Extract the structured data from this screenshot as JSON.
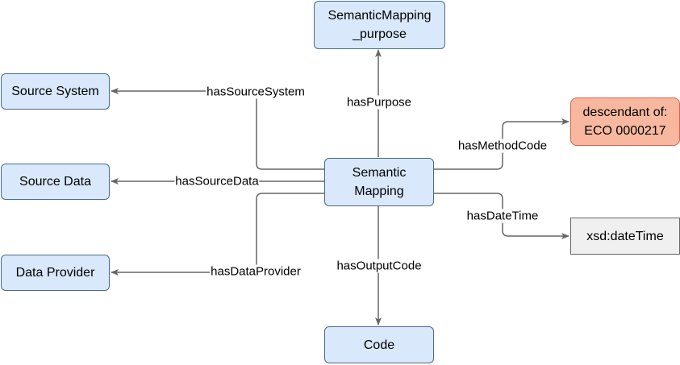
{
  "nodes": {
    "purpose": {
      "lines": [
        "SemanticMapping",
        "_purpose"
      ]
    },
    "source_system": {
      "label": "Source System"
    },
    "source_data": {
      "label": "Source Data"
    },
    "data_provider": {
      "label": "Data Provider"
    },
    "semantic_mapping": {
      "lines": [
        "Semantic",
        "Mapping"
      ]
    },
    "method_code": {
      "lines": [
        "descendant of:",
        "ECO 0000217"
      ]
    },
    "datetime": {
      "label": "xsd:dateTime"
    },
    "code": {
      "label": "Code"
    }
  },
  "edges": {
    "has_purpose": "hasPurpose",
    "has_source_system": "hasSourceSystem",
    "has_source_data": "hasSourceData",
    "has_data_provider": "hasDataProvider",
    "has_method_code": "hasMethodCode",
    "has_date_time": "hasDateTime",
    "has_output_code": "hasOutputCode"
  },
  "colors": {
    "entity_fill": "#dae8fc",
    "entity_border": "#6c8ebf",
    "constraint_fill": "#f8b8a0",
    "literal_fill": "#f0f0f0",
    "edge_stroke": "#666666"
  }
}
